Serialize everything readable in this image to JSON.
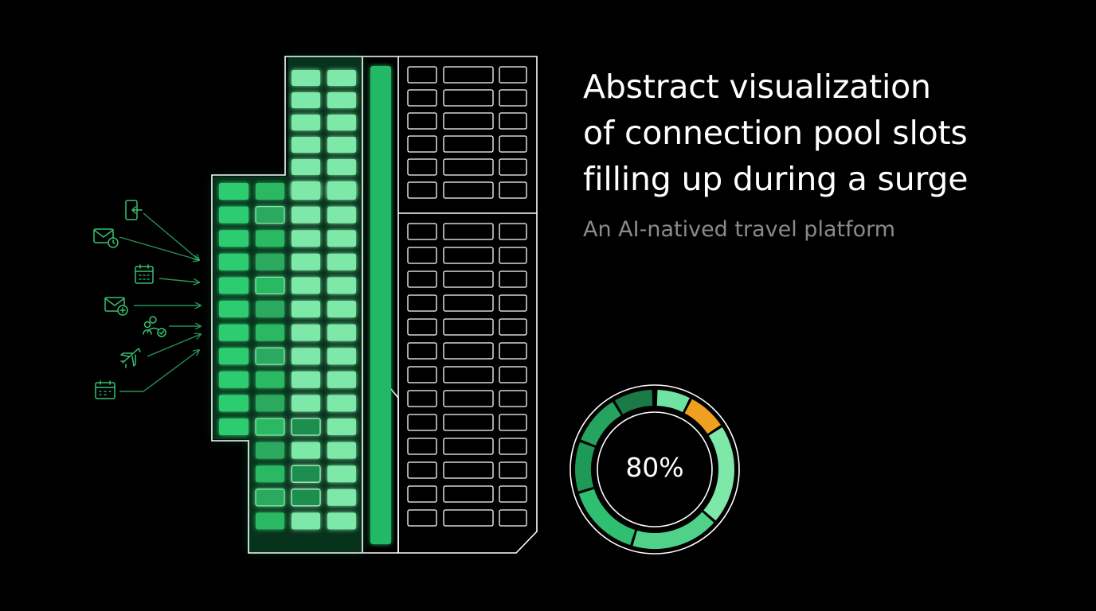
{
  "headline": {
    "lines": [
      "Abstract visualization",
      "of connection pool slots",
      "filling up during a surge"
    ]
  },
  "subtitle": "An AI-natived travel platform",
  "gauge": {
    "label": "80%",
    "value": 0.8
  },
  "pool": {
    "filled_columns": 4,
    "active_bar_fill": 1.0,
    "empty_columns": 3
  },
  "request_icons": [
    "phone-login-icon",
    "mail-clock-icon",
    "calendar-icon",
    "mail-add-icon",
    "group-check-icon",
    "airplane-icon",
    "calendar-icon"
  ],
  "colors": {
    "background": "#000000",
    "accent_green": "#2ecc71",
    "light_green": "#7ee8a8",
    "dark_green": "#1e8a52",
    "warning_orange": "#f0a020",
    "outline": "#ffffff"
  }
}
